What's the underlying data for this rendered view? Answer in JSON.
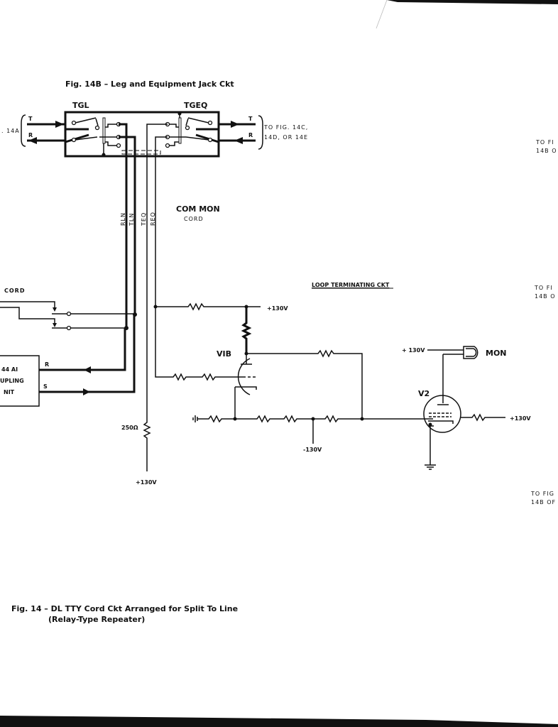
{
  "figure_14b": {
    "title": "Fig. 14B – Leg and Equipment Jack Ckt",
    "jack_left": "TGL",
    "jack_right": "TGEQ",
    "left_ref": ". 14A",
    "left_t": "T",
    "left_r": "R",
    "right_t": "T",
    "right_r": "R",
    "right_ref_line1": "TO FIG. 14C,",
    "right_ref_line2": "14D, OR 14E"
  },
  "leads": {
    "rln": "RLN",
    "tln": "TLN",
    "teq": "TEQ",
    "req": "REQ"
  },
  "com_mon": {
    "title": "COM MON",
    "subtitle": "CORD"
  },
  "cord_label": "CORD",
  "coupling_unit": {
    "line1": "44 AI",
    "line2": "UPLING",
    "line3": "NIT",
    "r_label": "R",
    "s_label": "S"
  },
  "loop_terminating": {
    "title": "LOOP TERMINATING CKT",
    "supply_top": "+130V",
    "tube_v1b": "VIB",
    "neg_supply": "-130V",
    "resistor_250": "250Ω",
    "supply_bottom": "+130V"
  },
  "monitor": {
    "supply_lamp": "+ 130V",
    "lamp_label": "MON",
    "tube_v2": "V2",
    "supply_screen": "+130V"
  },
  "right_refs": [
    {
      "line1": "TO FI",
      "line2": "14B O"
    },
    {
      "line1": "TO FI",
      "line2": "14B O"
    },
    {
      "line1": "TO FIG",
      "line2": "14B OF"
    }
  ],
  "caption": {
    "line1": "Fig. 14 – DL TTY Cord Ckt Arranged for Split To Line",
    "line2": "(Relay-Type Repeater)"
  }
}
